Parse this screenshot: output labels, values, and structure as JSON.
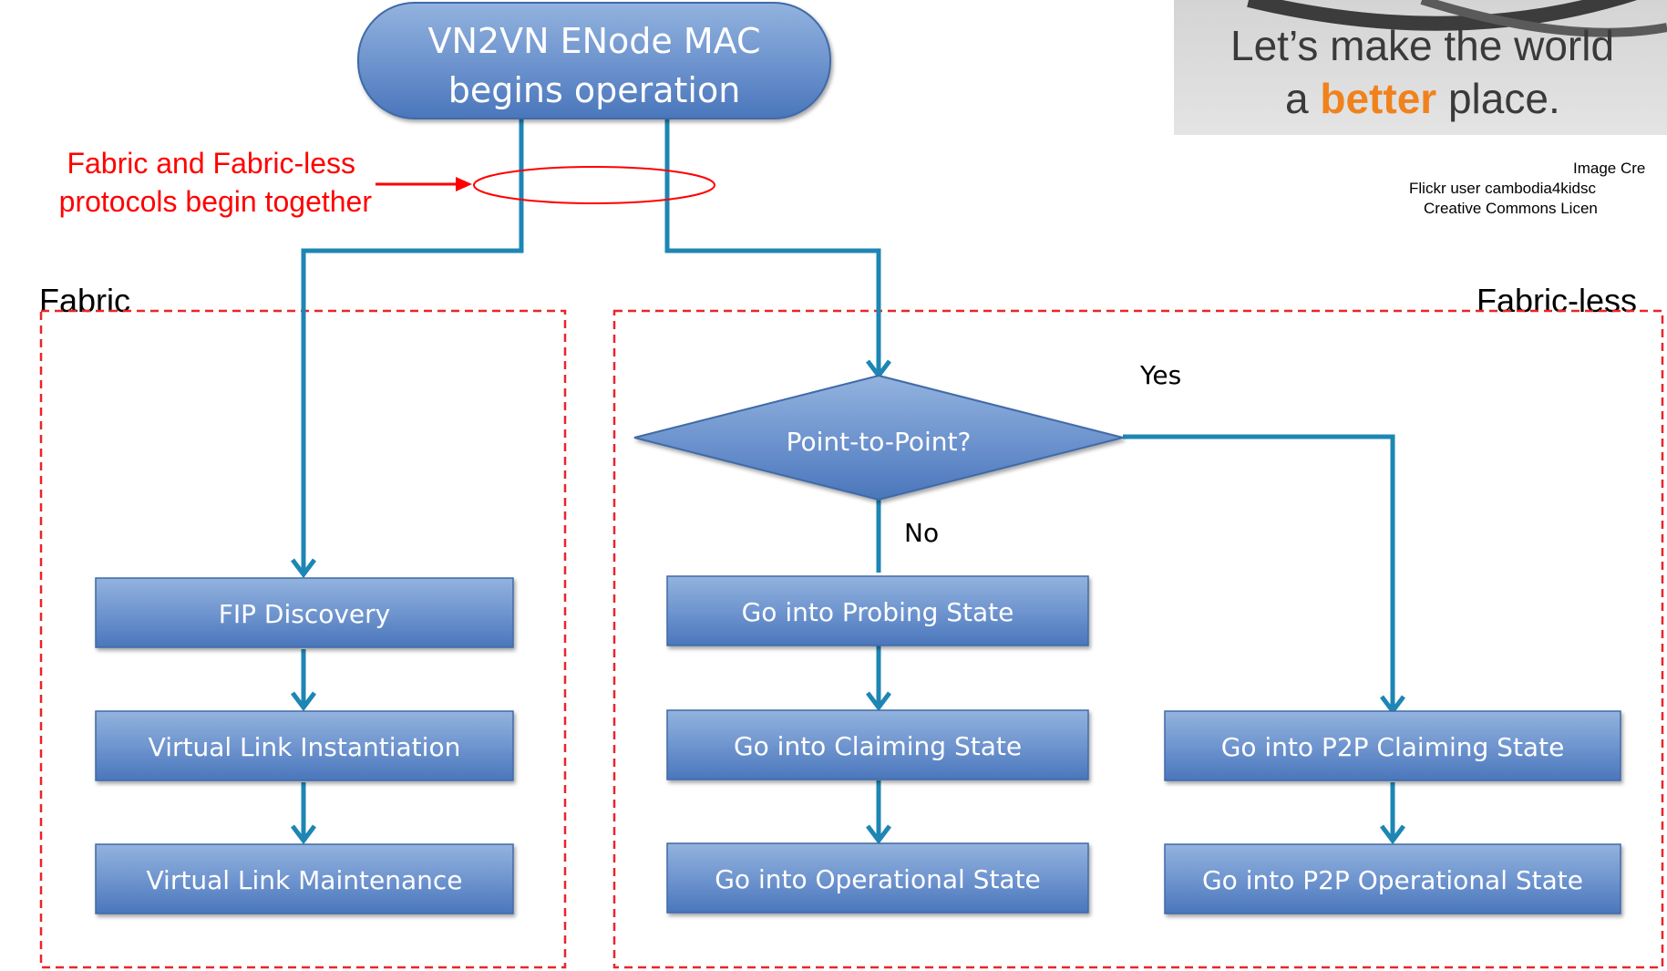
{
  "start": {
    "line1": "VN2VN ENode MAC",
    "line2": "begins operation"
  },
  "annotation": {
    "line1": "Fabric and Fabric-less",
    "line2": "protocols begin together"
  },
  "regions": {
    "fabric": "Fabric",
    "fabricless": "Fabric-less"
  },
  "decision": {
    "label": "Point-to-Point?",
    "yes": "Yes",
    "no": "No"
  },
  "fabric_steps": [
    "FIP Discovery",
    "Virtual Link Instantiation",
    "Virtual Link Maintenance"
  ],
  "nonp2p_steps": [
    "Go into Probing State",
    "Go into Claiming State",
    "Go into Operational State"
  ],
  "p2p_steps": [
    "Go into P2P Claiming State",
    "Go into P2P Operational State"
  ],
  "logo": {
    "line1": "Let’s make the world",
    "prefix": "a",
    "accent": "better",
    "suffix": "place."
  },
  "credit": {
    "line1": "Image Cre",
    "line2": "Flickr user cambodia4kidsc",
    "line3": "Creative Commons Licen"
  },
  "colors": {
    "flow": "#1e86b4",
    "box_top": "#8fb0dc",
    "box_bottom": "#4f7bbf",
    "dash": "#e8262a",
    "annotation": "#ff0000",
    "accent": "#f0821e"
  }
}
